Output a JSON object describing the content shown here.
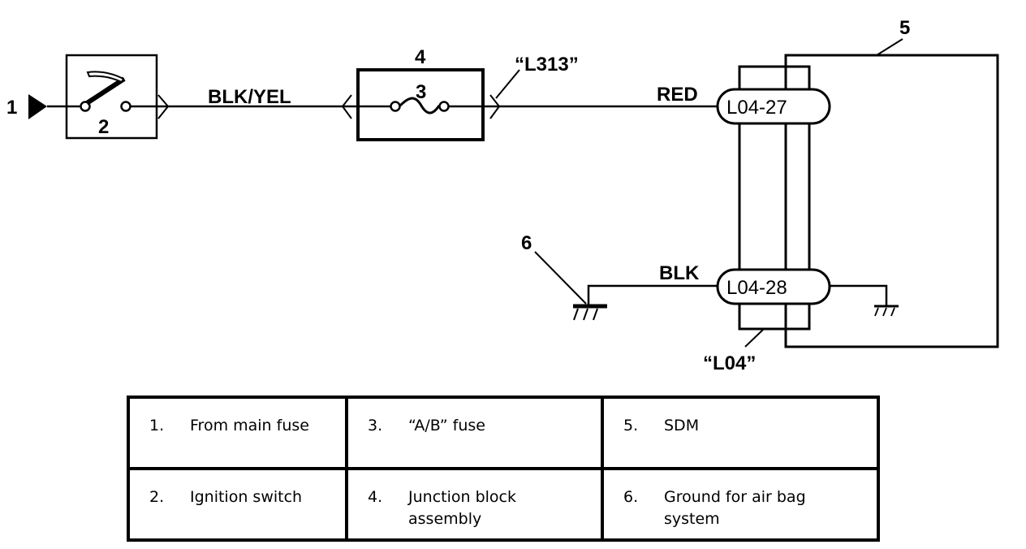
{
  "diagram": {
    "callouts": {
      "from_main_fuse": "1",
      "ignition_switch": "2",
      "ab_fuse": "3",
      "junction_block": "4",
      "sdm": "5",
      "ground": "6"
    },
    "wires": {
      "ignition_to_fuse": "BLK/YEL",
      "fuse_to_sdm": "RED",
      "ground_wire": "BLK"
    },
    "connectors": {
      "junction_block_connector": "“L313”",
      "sdm_connector": "“L04”",
      "pin_27": "L04-27",
      "pin_28": "L04-28"
    }
  },
  "legend": {
    "rows": [
      [
        {
          "num": "1.",
          "text": "From main fuse"
        },
        {
          "num": "3.",
          "text": "“A/B” fuse"
        },
        {
          "num": "5.",
          "text": "SDM"
        }
      ],
      [
        {
          "num": "2.",
          "text": "Ignition switch"
        },
        {
          "num": "4.",
          "text": "Junction block assembly"
        },
        {
          "num": "6.",
          "text": "Ground for air bag system"
        }
      ]
    ]
  }
}
